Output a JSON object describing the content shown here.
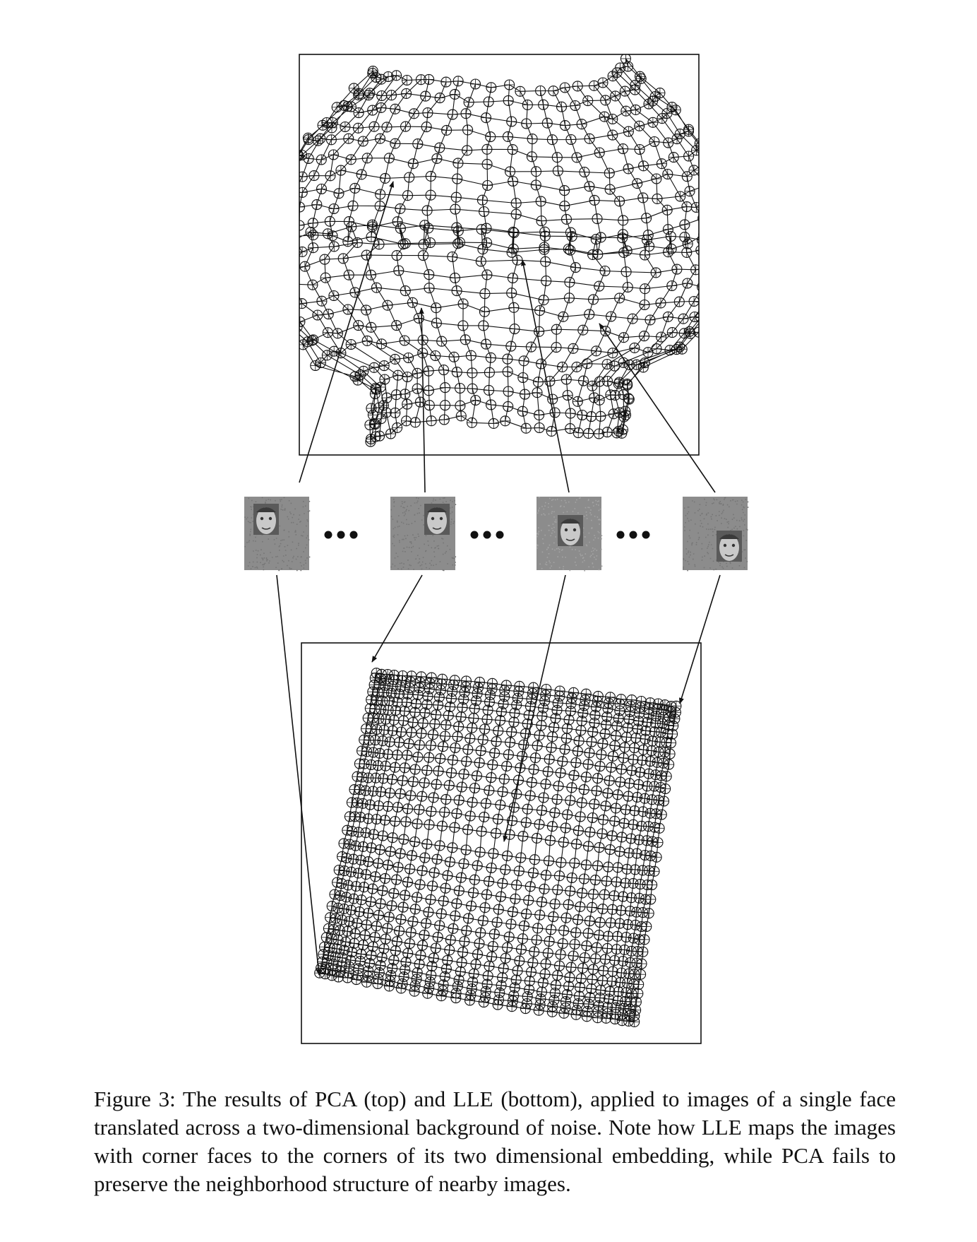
{
  "figure": {
    "panels": [
      {
        "id": "pca",
        "method": "PCA",
        "position": "top"
      },
      {
        "id": "lle",
        "method": "LLE",
        "position": "bottom"
      }
    ],
    "thumbnails": [
      {
        "face_position": "top-left"
      },
      {
        "face_position": "top-right"
      },
      {
        "face_position": "center"
      },
      {
        "face_position": "bottom-right"
      }
    ],
    "ellipsis_groups": 3,
    "colors": {
      "ink": "#111111",
      "noise_background": "#8c8c8c",
      "face_skin": "#c9c9c9"
    }
  },
  "caption": {
    "text": "Figure 3: The results of PCA (top) and LLE (bottom), applied to images of a single face translated across a two-dimensional background of noise. Note how LLE maps the images with corner faces to the corners of its two dimensional embedding, while PCA fails to preserve the neighborhood structure of nearby images."
  }
}
